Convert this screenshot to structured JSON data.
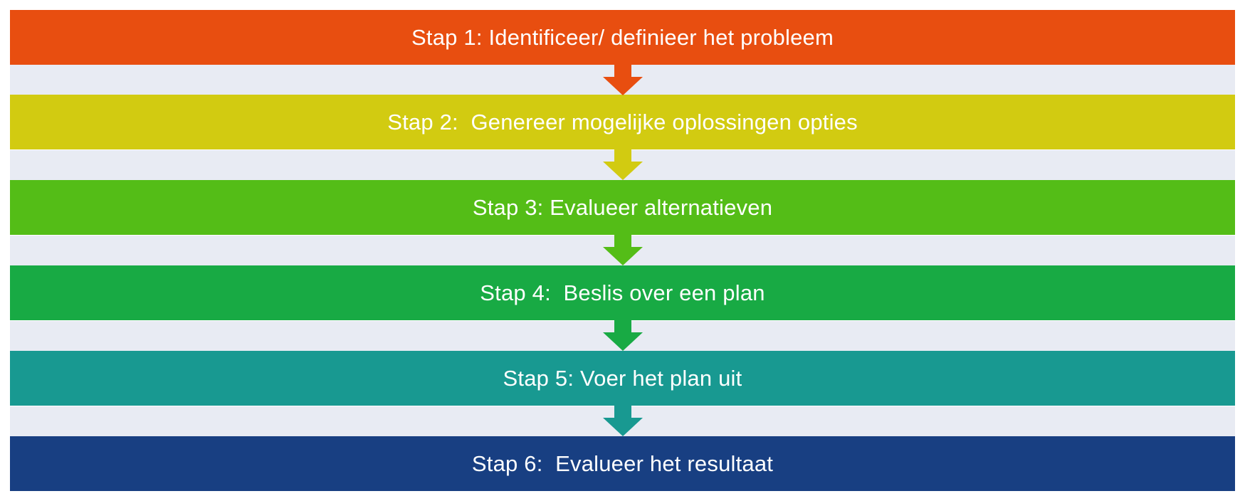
{
  "steps": [
    {
      "label": "Stap 1: Identificeer/ definieer het probleem",
      "color": "#e84e10"
    },
    {
      "label": "Stap 2:  Genereer mogelijke oplossingen opties",
      "color": "#d2cb11"
    },
    {
      "label": "Stap 3: Evalueer alternatieven",
      "color": "#54bd17"
    },
    {
      "label": "Stap 4:  Beslis over een plan",
      "color": "#18aa44"
    },
    {
      "label": "Stap 5: Voer het plan uit",
      "color": "#189991"
    },
    {
      "label": "Stap 6:  Evalueer het resultaat",
      "color": "#183f82"
    }
  ],
  "gap_color": "#e8ebf3"
}
